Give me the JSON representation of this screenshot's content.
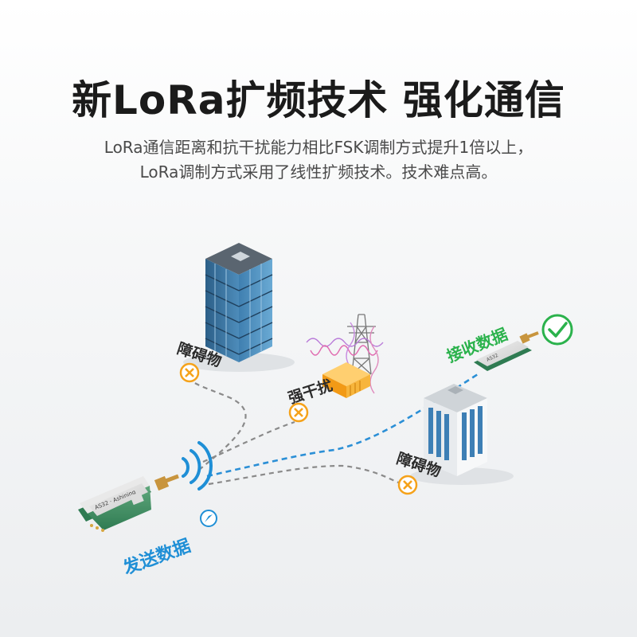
{
  "headline": "新LoRa扩频技术 强化通信",
  "subtitle": {
    "line1": "LoRa通信距离和抗干扰能力相比FSK调制方式提升1倍以上，",
    "line2": "LoRa调制方式采用了线性扩频技术。技术难点高。"
  },
  "diagram": {
    "obstacle_label": "障碍物",
    "interference_label": "强干扰",
    "receive_label": "接收数据",
    "send_label": "发送数据",
    "module_text": "AS32 · Ashining",
    "module_text_rx": "AS32",
    "colors": {
      "blue": "#1f8fd6",
      "green": "#2bb24c",
      "orange": "#f5a21a",
      "dashed_gray": "#8a8a8a",
      "dashed_blue": "#2b8fd6"
    }
  }
}
